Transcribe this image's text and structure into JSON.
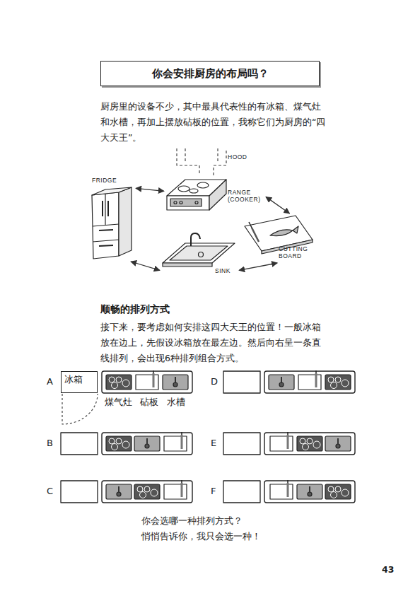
{
  "diagram": {
    "title": "你会安排厨房的布局吗？",
    "nodes": [
      {
        "text": [
          "FRIDGE"
        ]
      },
      {
        "text": [
          "RANGE (COOKER)"
        ]
      },
      {
        "text": [
          "CUTTING BOARD"
        ]
      },
      {
        "text": [
          "SINK"
        ]
      },
      {
        "text": [
          "冰箱"
        ]
      }
    ],
    "edges": [
      {
        "from": 0,
        "to": 1,
        "arrow": "both"
      },
      {
        "from": 1,
        "to": 2,
        "arrow": "both"
      },
      {
        "from": 2,
        "to": 3,
        "arrow": "both"
      },
      {
        "from": 3,
        "to": 0,
        "arrow": "both"
      }
    ],
    "labels": [
      "厨房里的设备不少，其中最具代表性的有冰箱、煤气灶和水槽，再加上摆放砧板的位置，我称它们为厨房的“四大天王”。",
      "HOOD",
      "顺畅的排列方式",
      "接下来，要考虑如何安排这四大天王的位置！一般冰箱放在边上，先假设冰箱放在最左边。然后向右呈一条直线排列，会出现6种排列组合方式。",
      "A",
      "煤气灶",
      "砧板",
      "水槽",
      "B",
      "C",
      "D",
      "E",
      "F",
      "你会选哪一种排列方式？",
      "悄悄告诉你，我只会选一种！",
      "43"
    ]
  }
}
